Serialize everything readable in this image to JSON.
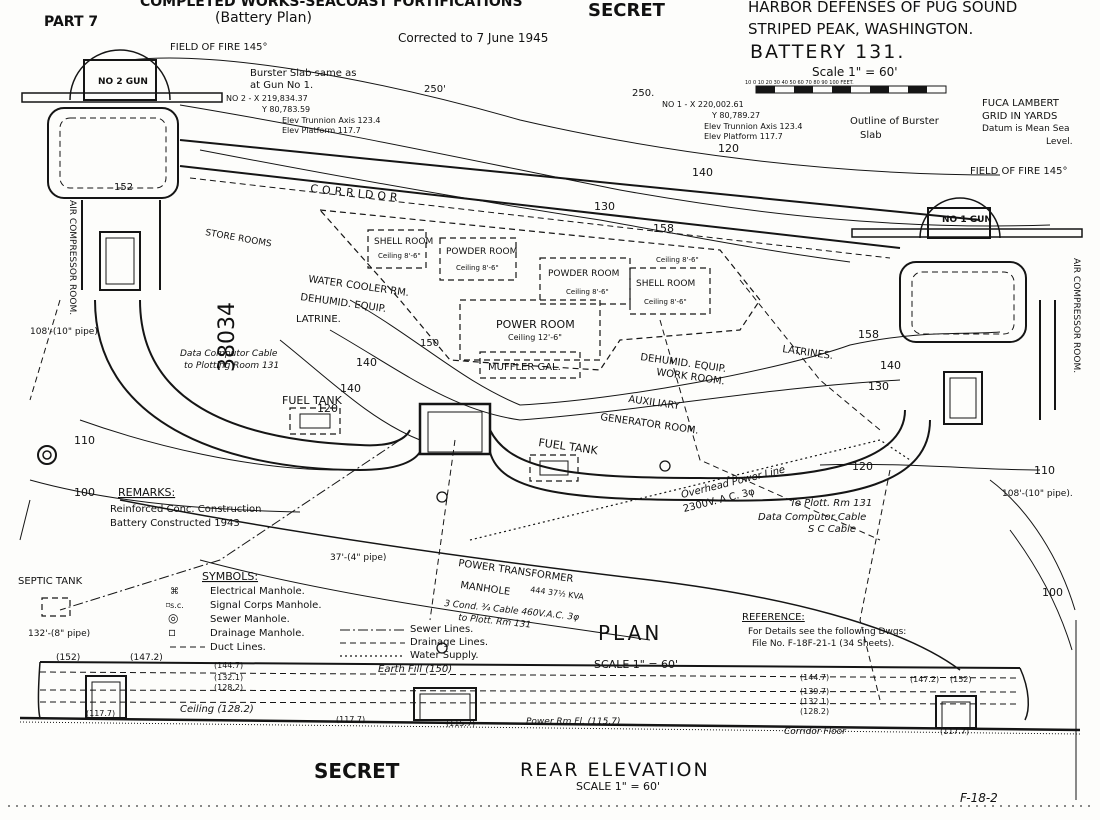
{
  "header": {
    "part": "PART 7",
    "main_title": "COMPLETED WORKS-SEACOAST FORTIFICATIONS",
    "subtitle": "(Battery Plan)",
    "stamp_top": "SECRET",
    "corrected": "Corrected to 7 June 1945",
    "harbor": "HARBOR DEFENSES OF PUG    SOUND",
    "location": "STRIPED PEAK, WASHINGTON.",
    "battery": "BATTERY 131.",
    "scale": "Scale 1\" = 60'",
    "scale_bar_label": "10 0 10 20 30 40 50 60 70 80 90 100 FEET.",
    "grid_note_1": "FUCA LAMBERT",
    "grid_note_2": "GRID IN YARDS",
    "grid_note_3": "Datum is Mean Sea",
    "grid_note_4": "Level.",
    "sheet_number": "38034"
  },
  "guns": {
    "gun2": "NO 2 GUN",
    "gun1": "NO 1 GUN",
    "field_of_fire_2": "FIELD OF FIRE 145°",
    "field_of_fire_1": "FIELD OF FIRE 145°",
    "burster_note_1": "Burster Slab same as",
    "burster_note_2": "at Gun No 1.",
    "outline_burster_1": "Outline of Burster",
    "outline_burster_2": "Slab",
    "gun2_x": "NO 2 - X 219,834.37",
    "gun2_y": "Y 80,783.59",
    "gun2_trunnion": "Elev Trunnion Axis 123.4",
    "gun2_platform": "Elev Platform 117.7",
    "gun1_x": "NO 1 - X 220,002.61",
    "gun1_y": "Y 80,789.27",
    "gun1_trunnion": "Elev Trunnion Axis 123.4",
    "gun1_platform": "Elev Platform 117.7",
    "dim_250a": "250'",
    "dim_250b": "250."
  },
  "rooms": {
    "corridor": "CORRIDOR",
    "store_room": "STORE ROOMS",
    "shell_room_a": "SHELL ROOM",
    "shell_ceiling_a": "Ceiling 8'-6\"",
    "powder_room_a": "POWDER ROOM",
    "powder_ceiling_a": "Ceiling 8'-6\"",
    "powder_room_b": "POWDER ROOM",
    "powder_ceiling_b": "Ceiling 8'-6\"",
    "shell_room_b": "SHELL ROOM",
    "shell_ceiling_b": "Ceiling 8'-6\"",
    "ceiling_top": "Ceiling 8'-6\"",
    "water_cooler": "WATER COOLER RM.",
    "dehumid_left": "DEHUMID. EQUIP.",
    "latrine": "LATRINE.",
    "power_room": "POWER ROOM",
    "power_ceiling": "Ceiling 12'-6\"",
    "muffler": "MUFFLER GAL.",
    "dehumid_right": "DEHUMID. EQUIP.",
    "work_room": "WORK ROOM.",
    "latrines": "LATRINES.",
    "auxiliary": "AUXILIARY",
    "generator": "GENERATOR ROOM.",
    "air_comp_left": "AIR COMPRESSOR ROOM.",
    "air_comp_right": "AIR COMPRESSOR ROOM.",
    "fuel_tank_left": "FUEL TANK",
    "fuel_tank_right": "FUEL TANK",
    "septic_tank": "SEPTIC TANK"
  },
  "notes": {
    "data_cable_left_1": "Data Computor Cable",
    "data_cable_left_2": "to Plotting Room 131",
    "pipe_108": "108'-(10\" pipe)",
    "pipe_108_right": "108'-(10\" pipe).",
    "pipe_37": "37'-(4\" pipe)",
    "pipe_132": "132'-(8\" pipe)",
    "overhead_1": "Overhead Power Line",
    "overhead_2": "2300V. A.C. 3φ",
    "plott_1": "To Plott. Rm 131",
    "plott_2": "Data Computor Cable",
    "sc_cable": "S C Cable",
    "transformer_1": "POWER TRANSFORMER",
    "transformer_2": "444 37½ KVA",
    "manhole": "MANHOLE",
    "cable_460_1": "3 Cond. ¾ Cable 460V.A.C. 3φ",
    "cable_460_2": "to Plott. Rm 131",
    "plan": "PLAN",
    "plan_scale": "SCALE 1\" = 60'"
  },
  "contours": [
    "100",
    "110",
    "120",
    "130",
    "140",
    "150",
    "152",
    "158",
    "140",
    "130",
    "120",
    "110",
    "100"
  ],
  "remarks": {
    "title": "REMARKS:",
    "line1": "Reinforced Conc. Construction",
    "line2": "Battery Constructed 1943"
  },
  "symbols": {
    "title": "SYMBOLS:",
    "items": [
      {
        "glyph": "⌘",
        "label": "Electrical Manhole."
      },
      {
        "glyph": "⌑s.c.",
        "label": "Signal Corps Manhole."
      },
      {
        "glyph": "◎",
        "label": "Sewer Manhole."
      },
      {
        "glyph": "▫",
        "label": "Drainage Manhole."
      },
      {
        "glyph": "",
        "label": "Duct Lines."
      }
    ],
    "line_items": [
      {
        "label": "Sewer Lines."
      },
      {
        "label": "Drainage Lines."
      },
      {
        "label": "Water Supply."
      }
    ]
  },
  "reference": {
    "title": "REFERENCE:",
    "line1": "For Details see the following Dwgs:",
    "line2": "File No. F-18F-21-1 (34 Sheets)."
  },
  "elevation": {
    "title": "REAR ELEVATION",
    "scale": "SCALE 1\" = 60'",
    "stamp": "SECRET",
    "earth_fill": "Earth Fill (150)",
    "ceiling": "Ceiling (128.2)",
    "power_rm_fl": "Power Rm Fl. (115.7)",
    "corridor_floor": "Corridor Floor",
    "labels": [
      "(152)",
      "(147.2)",
      "(144.7)",
      "(132.1)",
      "(128.2)",
      "(117.7)",
      "(144.7)",
      "(139.7)",
      "(132.1)",
      "(128.2)",
      "(147.2)",
      "(152)",
      "(117.7)",
      "(115.7)"
    ],
    "sheet_ref": "F-18-2"
  }
}
